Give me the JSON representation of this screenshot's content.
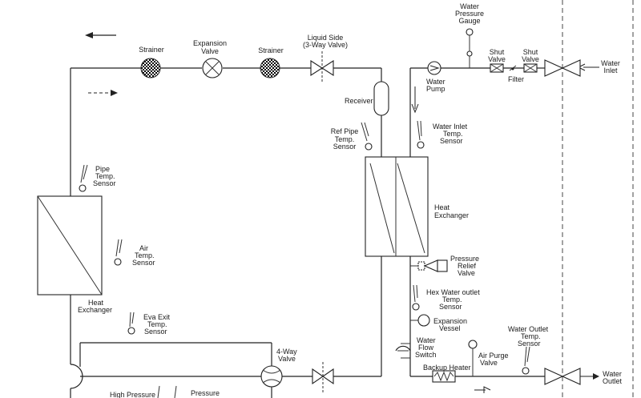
{
  "labels": {
    "strainer_left": "Strainer",
    "expansion_valve": [
      "Expansion",
      "Valve"
    ],
    "strainer_right": "Strainer",
    "liquid_side": [
      "Liquid Side",
      "(3-Way Valve)"
    ],
    "receiver": "Receiver",
    "ref_pipe_sensor": [
      "Ref Pipe",
      "Temp.",
      "Sensor"
    ],
    "water_inlet_sensor": [
      "Water Inlet",
      "Temp.",
      "Sensor"
    ],
    "water_pressure_gauge": [
      "Water",
      "Pressure",
      "Gauge"
    ],
    "water_pump": [
      "Water",
      "Pump"
    ],
    "shut_valve_1": [
      "Shut",
      "Valve"
    ],
    "shut_valve_2": [
      "Shut",
      "Valve"
    ],
    "filter": "Filter",
    "water_inlet": [
      "Water",
      "Inlet"
    ],
    "pipe_sensor": [
      "Pipe",
      "Temp.",
      "Sensor"
    ],
    "air_sensor": [
      "Air",
      "Temp.",
      "Sensor"
    ],
    "heat_exchanger_left": [
      "Heat",
      "Exchanger"
    ],
    "eva_exit_sensor": [
      "Eva Exit",
      "Temp.",
      "Sensor"
    ],
    "heat_exchanger_right": [
      "Heat",
      "Exchanger"
    ],
    "pressure_relief": [
      "Pressure",
      "Relief",
      "Valve"
    ],
    "hex_outlet_sensor": [
      "Hex Water outlet",
      "Temp.",
      "Sensor"
    ],
    "expansion_vessel": [
      "Expansion",
      "Vessel"
    ],
    "water_flow_switch": [
      "Water",
      "Flow",
      "Switch"
    ],
    "air_purge": [
      "Air Purge",
      "Valve"
    ],
    "water_outlet_sensor": [
      "Water Outlet",
      "Temp.",
      "Sensor"
    ],
    "four_way_valve": [
      "4-Way",
      "Valve"
    ],
    "backup_heater": "Backup Heater",
    "water_outlet": [
      "Water",
      "Outlet"
    ],
    "high_pressure": "High Pressure",
    "pressure": "Pressure"
  }
}
